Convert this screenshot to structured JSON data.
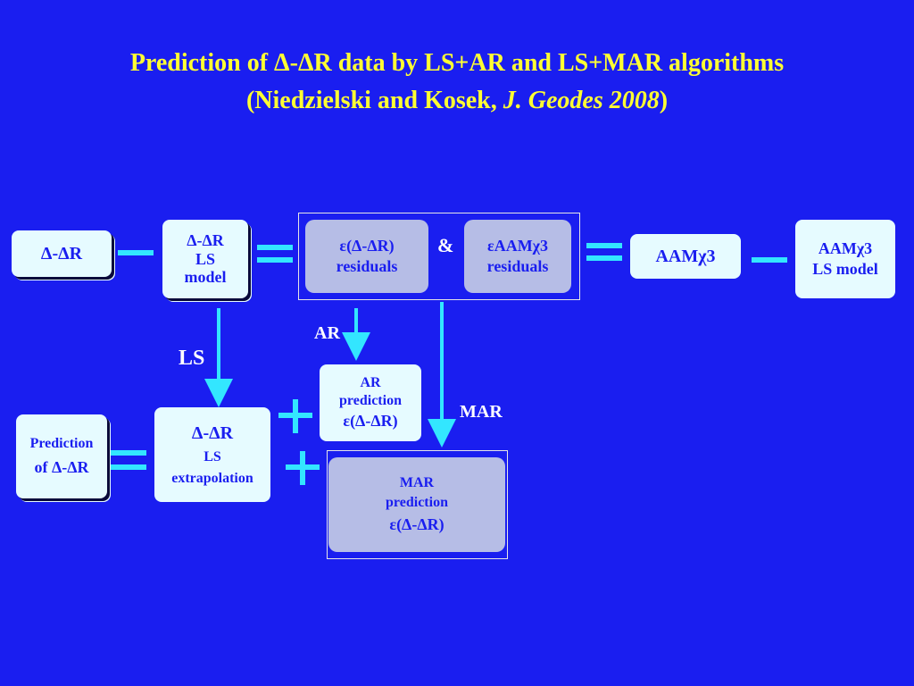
{
  "title": {
    "line1": "Prediction of Δ-ΔR data by LS+AR and LS+MAR algorithms",
    "line2_prefix": "(Niedzielski and Kosek, ",
    "line2_italic": "J. Geodes 2008",
    "line2_suffix": ")"
  },
  "nodes": {
    "dr_input": "Δ-ΔR",
    "ls_model": [
      "Δ-ΔR",
      "LS",
      "model"
    ],
    "resid_dr": [
      "ε(Δ-ΔR)",
      "residuals"
    ],
    "ampersand": "&",
    "resid_aam": [
      "εAAMχ3",
      "residuals"
    ],
    "aam": "AAMχ3",
    "aam_ls_model": [
      "AAMχ3",
      "LS model"
    ],
    "ar_prediction": [
      "AR",
      "prediction",
      "ε(Δ-ΔR)"
    ],
    "ls_extrapolation": [
      "Δ-ΔR",
      "LS",
      "extrapolation"
    ],
    "prediction_out": [
      "Prediction",
      "of Δ-ΔR"
    ],
    "mar_prediction": [
      "MAR",
      "prediction",
      "ε(Δ-ΔR)"
    ]
  },
  "edge_labels": {
    "ar": "AR",
    "ls": "LS",
    "mar": "MAR"
  },
  "colors": {
    "background": "#1a1ef0",
    "title": "#ffff33",
    "box": "#e6fbff",
    "connector": "#33e6ff"
  }
}
